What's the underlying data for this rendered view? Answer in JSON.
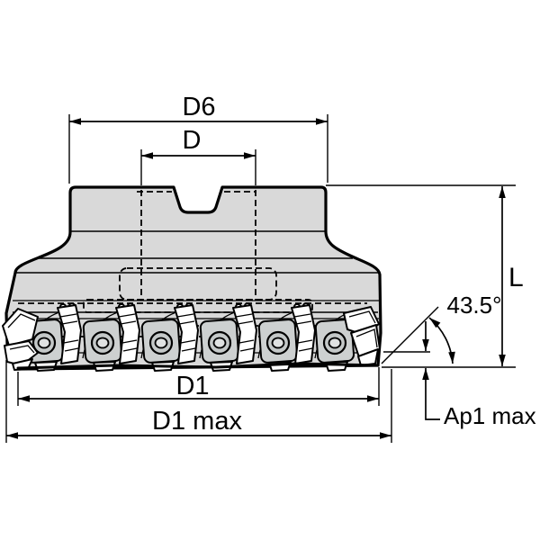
{
  "drawing": {
    "type": "technical-drawing-face-mill-side-view",
    "labels": {
      "d6": "D6",
      "d": "D",
      "d1": "D1",
      "d1_max": "D1 max",
      "length": "L",
      "lead_angle": "43.5°",
      "ap1_max": "Ap1 max"
    },
    "colors": {
      "line": "#000000",
      "body_fill": "#d9d9d9",
      "clamp_fill": "#ffffff",
      "insert_fill": "#cdd0d0",
      "background": "#ffffff"
    }
  }
}
